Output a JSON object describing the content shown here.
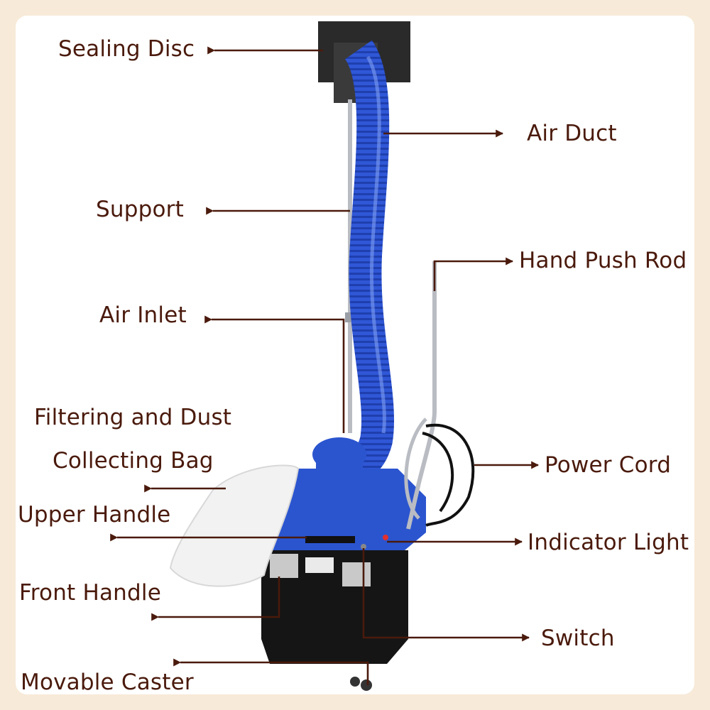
{
  "colors": {
    "background": "#f7ead8",
    "panel": "#ffffff",
    "label_text": "#4a1a0c",
    "leader_line": "#4a1a0c",
    "hose_blue": "#2f57d6",
    "hose_highlight": "#7f9cf2",
    "housing_blue": "#2b55cf",
    "cabinet_black": "#151515",
    "disc_black": "#2a2a2a",
    "steel": "#b9bcc2",
    "bag_white": "#f2f2f2"
  },
  "icons": [
    "arrowhead-left-icon",
    "arrowhead-right-icon"
  ],
  "labels": {
    "sealing_disc": "Sealing Disc",
    "air_duct": "Air Duct",
    "support": "Support",
    "hand_push_rod": "Hand Push Rod",
    "air_inlet": "Air Inlet",
    "filtering_line1": "Filtering and Dust",
    "filtering_line2": "Collecting Bag",
    "power_cord": "Power Cord",
    "upper_handle": "Upper Handle",
    "indicator_light": "Indicator Light",
    "front_handle": "Front Handle",
    "switch": "Switch",
    "movable_caster": "Movable Caster"
  }
}
